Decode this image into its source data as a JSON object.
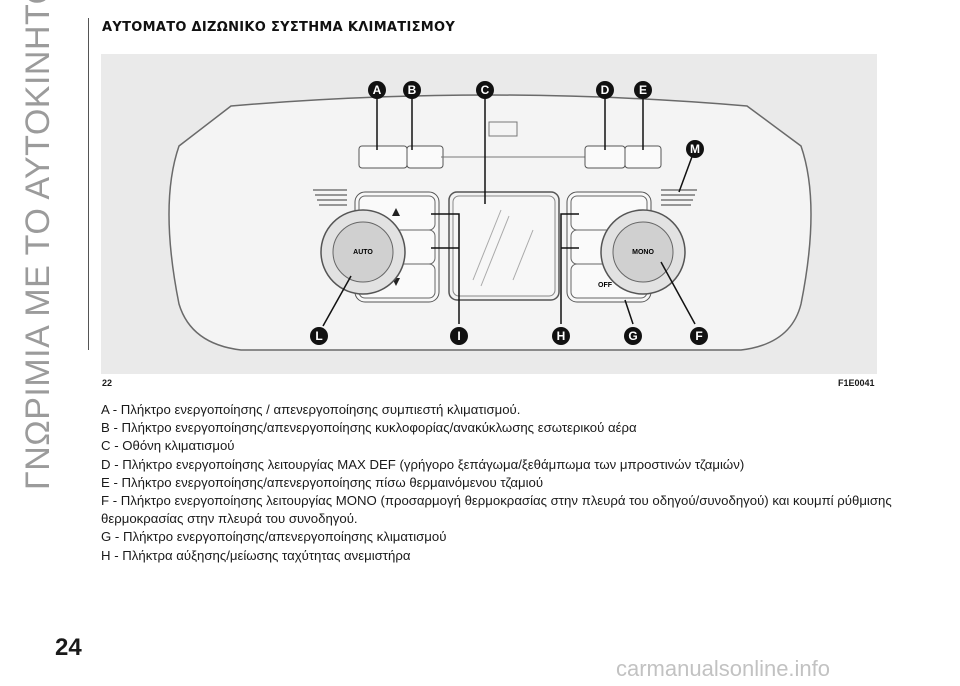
{
  "side_title": "ΓΝΩΡΙΜΙΑ ΜΕ ΤΟ ΑΥΤΟΚΙΝΗΤΟ",
  "heading": "ΑΥΤΟΜΑΤΟ ΔΙΖΩΝΙΚΟ ΣΥΣΤΗΜΑ ΚΛΙΜΑΤΙΣΜΟΥ",
  "figure": {
    "number": "22",
    "code": "F1E0041",
    "markers": {
      "A": "A",
      "B": "B",
      "C": "C",
      "D": "D",
      "E": "E",
      "M": "M",
      "L": "L",
      "I": "I",
      "H": "H",
      "G": "G",
      "F": "F"
    },
    "knob_left_label": "AUTO",
    "knob_right_label": "MONO",
    "off_label": "OFF"
  },
  "legend": [
    "A - Πλήκτρο ενεργοποίησης / απενεργοποίησης συμπιεστή κλιματισμού.",
    "B - Πλήκτρο ενεργοποίησης/απενεργοποίησης κυκλοφορίας/ανακύκλωσης εσωτερικού αέρα",
    "C - Οθόνη κλιματισμού",
    "D - Πλήκτρο ενεργοποίησης λειτουργίας MAX DEF (γρήγορο ξεπάγωμα/ξεθάμπωμα των μπροστινών τζαμιών)",
    "E - Πλήκτρο ενεργοποίησης/απενεργοποίησης πίσω θερμαινόμενου τζαμιού",
    "F - Πλήκτρο ενεργοποίησης λειτουργίας MONO (προσαρμογή θερμοκρασίας στην πλευρά του οδηγού/συνοδηγού) και κουμπί ρύθμισης θερμοκρασίας στην πλευρά του συνοδηγού.",
    "G - Πλήκτρο ενεργοποίησης/απενεργοποίησης κλιματισμού",
    "H - Πλήκτρα αύξησης/μείωσης ταχύτητας ανεμιστήρα"
  ],
  "page_number": "24",
  "watermark": "carmanualsonline.info"
}
